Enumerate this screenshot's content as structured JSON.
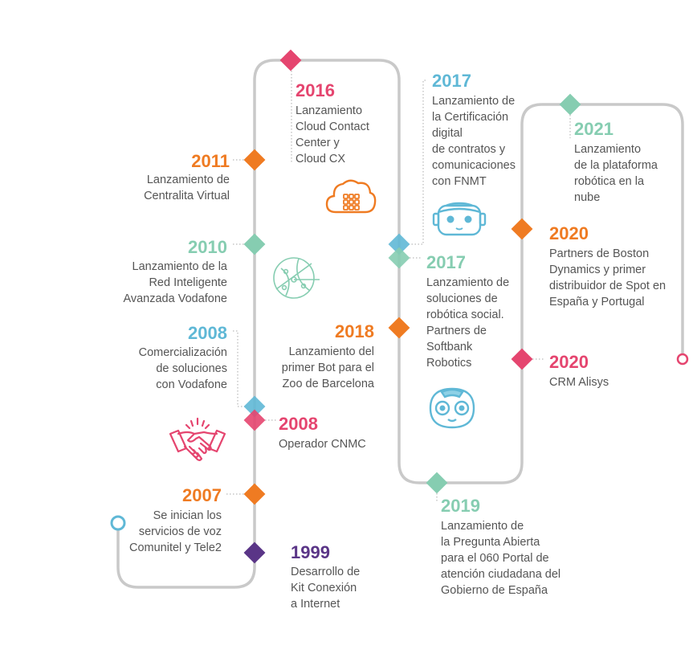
{
  "colors": {
    "line": "#c9c9c9",
    "pink": "#e5456f",
    "orange": "#ef7b22",
    "mint": "#86cdb1",
    "blue": "#5fb8d6",
    "purple": "#5a3587",
    "text": "#555555"
  },
  "milestones": [
    {
      "id": "m1999",
      "year": "1999",
      "color": "#5a3587",
      "text": "Desarrollo de\nKit Conexión\na Internet"
    },
    {
      "id": "m2007",
      "year": "2007",
      "color": "#ef7b22",
      "text": "Se inician los\nservicios de voz\nComunitel y Tele2"
    },
    {
      "id": "m2008a",
      "year": "2008",
      "color": "#e5456f",
      "text": "Operador CNMC"
    },
    {
      "id": "m2008b",
      "year": "2008",
      "color": "#5fb8d6",
      "text": "Comercialización\nde soluciones\ncon Vodafone"
    },
    {
      "id": "m2010",
      "year": "2010",
      "color": "#86cdb1",
      "text": "Lanzamiento de la\nRed Inteligente\nAvanzada Vodafone"
    },
    {
      "id": "m2011",
      "year": "2011",
      "color": "#ef7b22",
      "text": "Lanzamiento de\nCentralita Virtual"
    },
    {
      "id": "m2016",
      "year": "2016",
      "color": "#e5456f",
      "text": "Lanzamiento\nCloud Contact\nCenter y\nCloud CX"
    },
    {
      "id": "m2018",
      "year": "2018",
      "color": "#ef7b22",
      "text": "Lanzamiento del\nprimer Bot para el\nZoo de Barcelona"
    },
    {
      "id": "m2017a",
      "year": "2017",
      "color": "#5fb8d6",
      "text": "Lanzamiento de\nla Certificación\ndigital\nde contratos y\ncomunicaciones\ncon FNMT"
    },
    {
      "id": "m2017b",
      "year": "2017",
      "color": "#86cdb1",
      "text": "Lanzamiento de\nsoluciones de\nrobótica social.\nPartners de\nSoftbank\nRobotics"
    },
    {
      "id": "m2019",
      "year": "2019",
      "color": "#86cdb1",
      "text": "Lanzamiento de\nla Pregunta Abierta\npara el 060 Portal de\natención ciudadana del\nGobierno de España"
    },
    {
      "id": "m2021",
      "year": "2021",
      "color": "#86cdb1",
      "text": "Lanzamiento\nde la plataforma\nrobótica en la\nnube"
    },
    {
      "id": "m2020a",
      "year": "2020",
      "color": "#ef7b22",
      "text": "Partners de Boston\nDynamics y primer\ndistribuidor de Spot en\nEspaña y Portugal"
    },
    {
      "id": "m2020b",
      "year": "2020",
      "color": "#e5456f",
      "text": "CRM Alisys"
    }
  ],
  "icons": [
    {
      "id": "cloud-keypad",
      "color": "#ef7b22"
    },
    {
      "id": "network-globe",
      "color": "#86cdb1"
    },
    {
      "id": "handshake",
      "color": "#e5456f"
    },
    {
      "id": "robot-head",
      "color": "#5fb8d6"
    },
    {
      "id": "humanoid-robot",
      "color": "#5fb8d6"
    }
  ]
}
